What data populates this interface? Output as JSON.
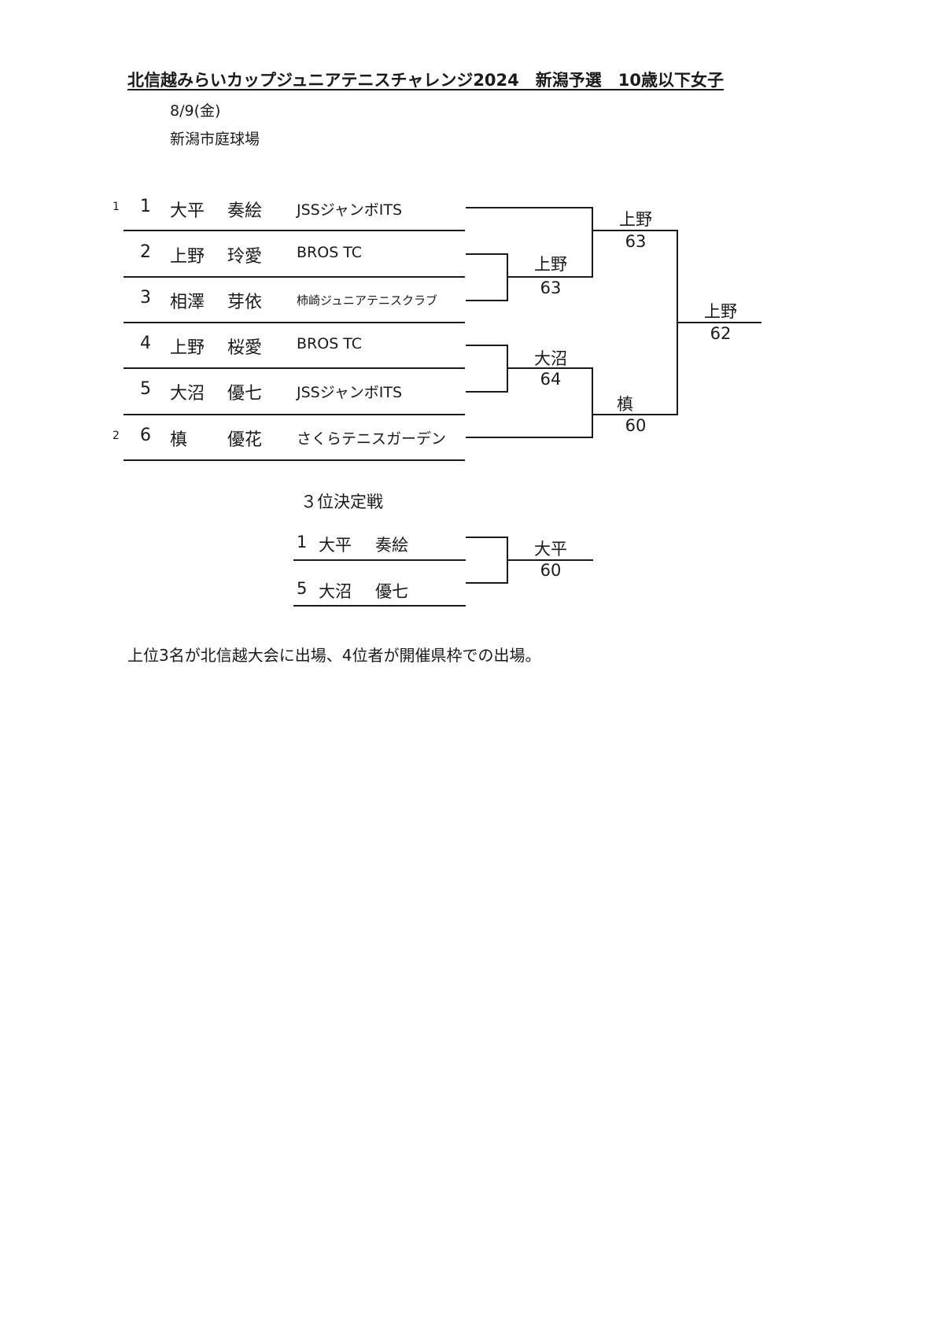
{
  "header": {
    "title": "北信越みらいカップジュニアテニスチャレンジ2024　新潟予選　10歳以下女子",
    "date": "8/9(金)",
    "venue": "新潟市庭球場"
  },
  "players": [
    {
      "seed": "1",
      "num": "1",
      "last": "大平",
      "first": "奏絵",
      "club": "JSSジャンボITS"
    },
    {
      "seed": "",
      "num": "2",
      "last": "上野",
      "first": "玲愛",
      "club": "BROS TC"
    },
    {
      "seed": "",
      "num": "3",
      "last": "相澤",
      "first": "芽依",
      "club": "柿崎ジュニアテニスクラブ"
    },
    {
      "seed": "",
      "num": "4",
      "last": "上野",
      "first": "桜愛",
      "club": "BROS TC"
    },
    {
      "seed": "",
      "num": "5",
      "last": "大沼",
      "first": "優七",
      "club": "JSSジャンボITS"
    },
    {
      "seed": "2",
      "num": "6",
      "last": "槙",
      "first": "優花",
      "club": "さくらテニスガーデン"
    }
  ],
  "results": {
    "r1_top": {
      "winner": "上野",
      "score": "63"
    },
    "r1_bottom": {
      "winner": "大沼",
      "score": "64"
    },
    "semi_top": {
      "winner": "上野",
      "score": "63"
    },
    "semi_bottom": {
      "winner": "槙",
      "score": "60"
    },
    "final": {
      "winner": "上野",
      "score": "62"
    }
  },
  "third_place": {
    "heading": "３位決定戦",
    "players": [
      {
        "num": "1",
        "last": "大平",
        "first": "奏絵"
      },
      {
        "num": "5",
        "last": "大沼",
        "first": "優七"
      }
    ],
    "winner": "大平",
    "score": "60"
  },
  "note": "上位3名が北信越大会に出場、4位者が開催県枠での出場。"
}
